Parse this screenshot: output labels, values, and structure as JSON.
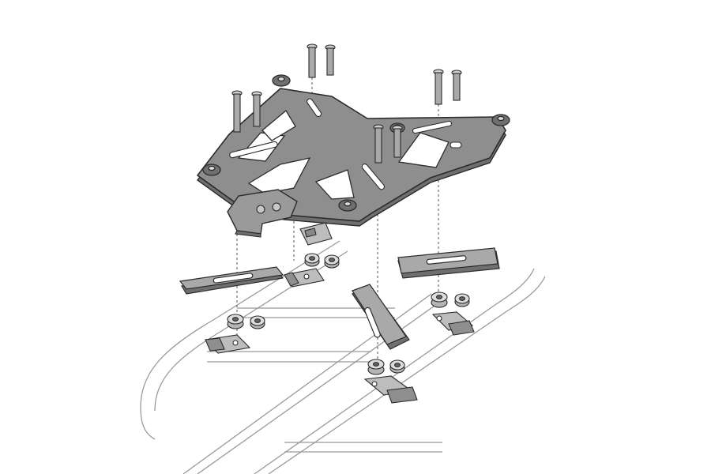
{
  "diagram": {
    "colors": {
      "background": "#ffffff",
      "plate": "#8e8e8e",
      "plate_shade": "#6f6f6f",
      "outline": "#2b2b2b",
      "rail": "#f6f6f6",
      "rail_outline": "#9a9a9a",
      "hardware": "#a9a9a9",
      "hardware_light": "#d0d0d0",
      "guide_line": "#555555"
    },
    "parts": {
      "mounting_plate": "mounting plate",
      "clamp_plates": 3,
      "clamp_tabs": 4,
      "bolts": 8,
      "spacer_pairs": 4,
      "plate_rubber_mounts": 5
    }
  }
}
